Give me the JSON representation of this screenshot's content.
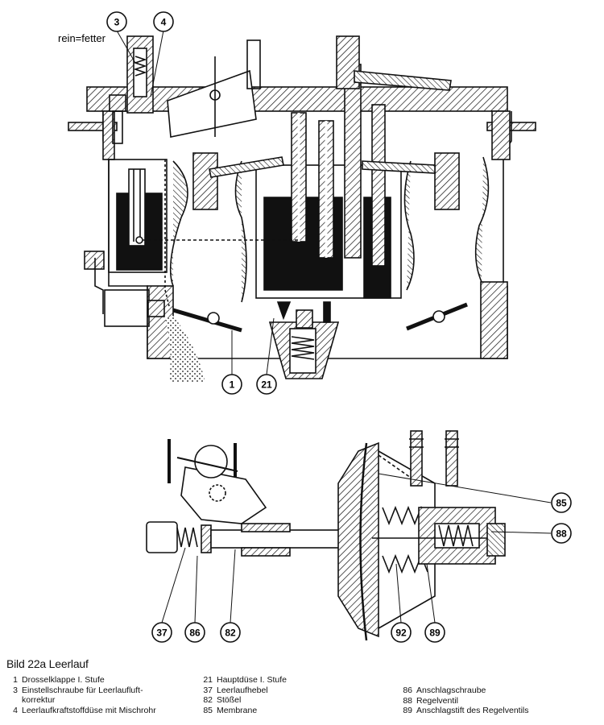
{
  "note": "rein=fetter",
  "caption": "Bild 22a  Leerlauf",
  "callouts_top": [
    "3",
    "4",
    "1",
    "21"
  ],
  "callouts_bottom": [
    "85",
    "88",
    "37",
    "86",
    "82",
    "92",
    "89"
  ],
  "legend": {
    "col1": [
      {
        "num": "1",
        "label": "Drosselklappe I. Stufe"
      },
      {
        "num": "3",
        "label": "Einstellschraube für Leerlaufluft-"
      },
      {
        "num": "",
        "label": "korrektur"
      },
      {
        "num": "4",
        "label": "Leerlaufkraftstoffdüse mit Mischrohr"
      }
    ],
    "col2": [
      {
        "num": "21",
        "label": "Hauptdüse I. Stufe"
      },
      {
        "num": "37",
        "label": "Leerlaufhebel"
      },
      {
        "num": "82",
        "label": "Stößel"
      },
      {
        "num": "85",
        "label": "Membrane"
      }
    ],
    "col3": [
      {
        "num": "86",
        "label": "Anschlagschraube"
      },
      {
        "num": "88",
        "label": "Regelventil"
      },
      {
        "num": "89",
        "label": "Anschlagstift des Regelventils"
      }
    ]
  },
  "colors": {
    "ink": "#111111",
    "fuel": "#111111",
    "paper": "#ffffff"
  }
}
